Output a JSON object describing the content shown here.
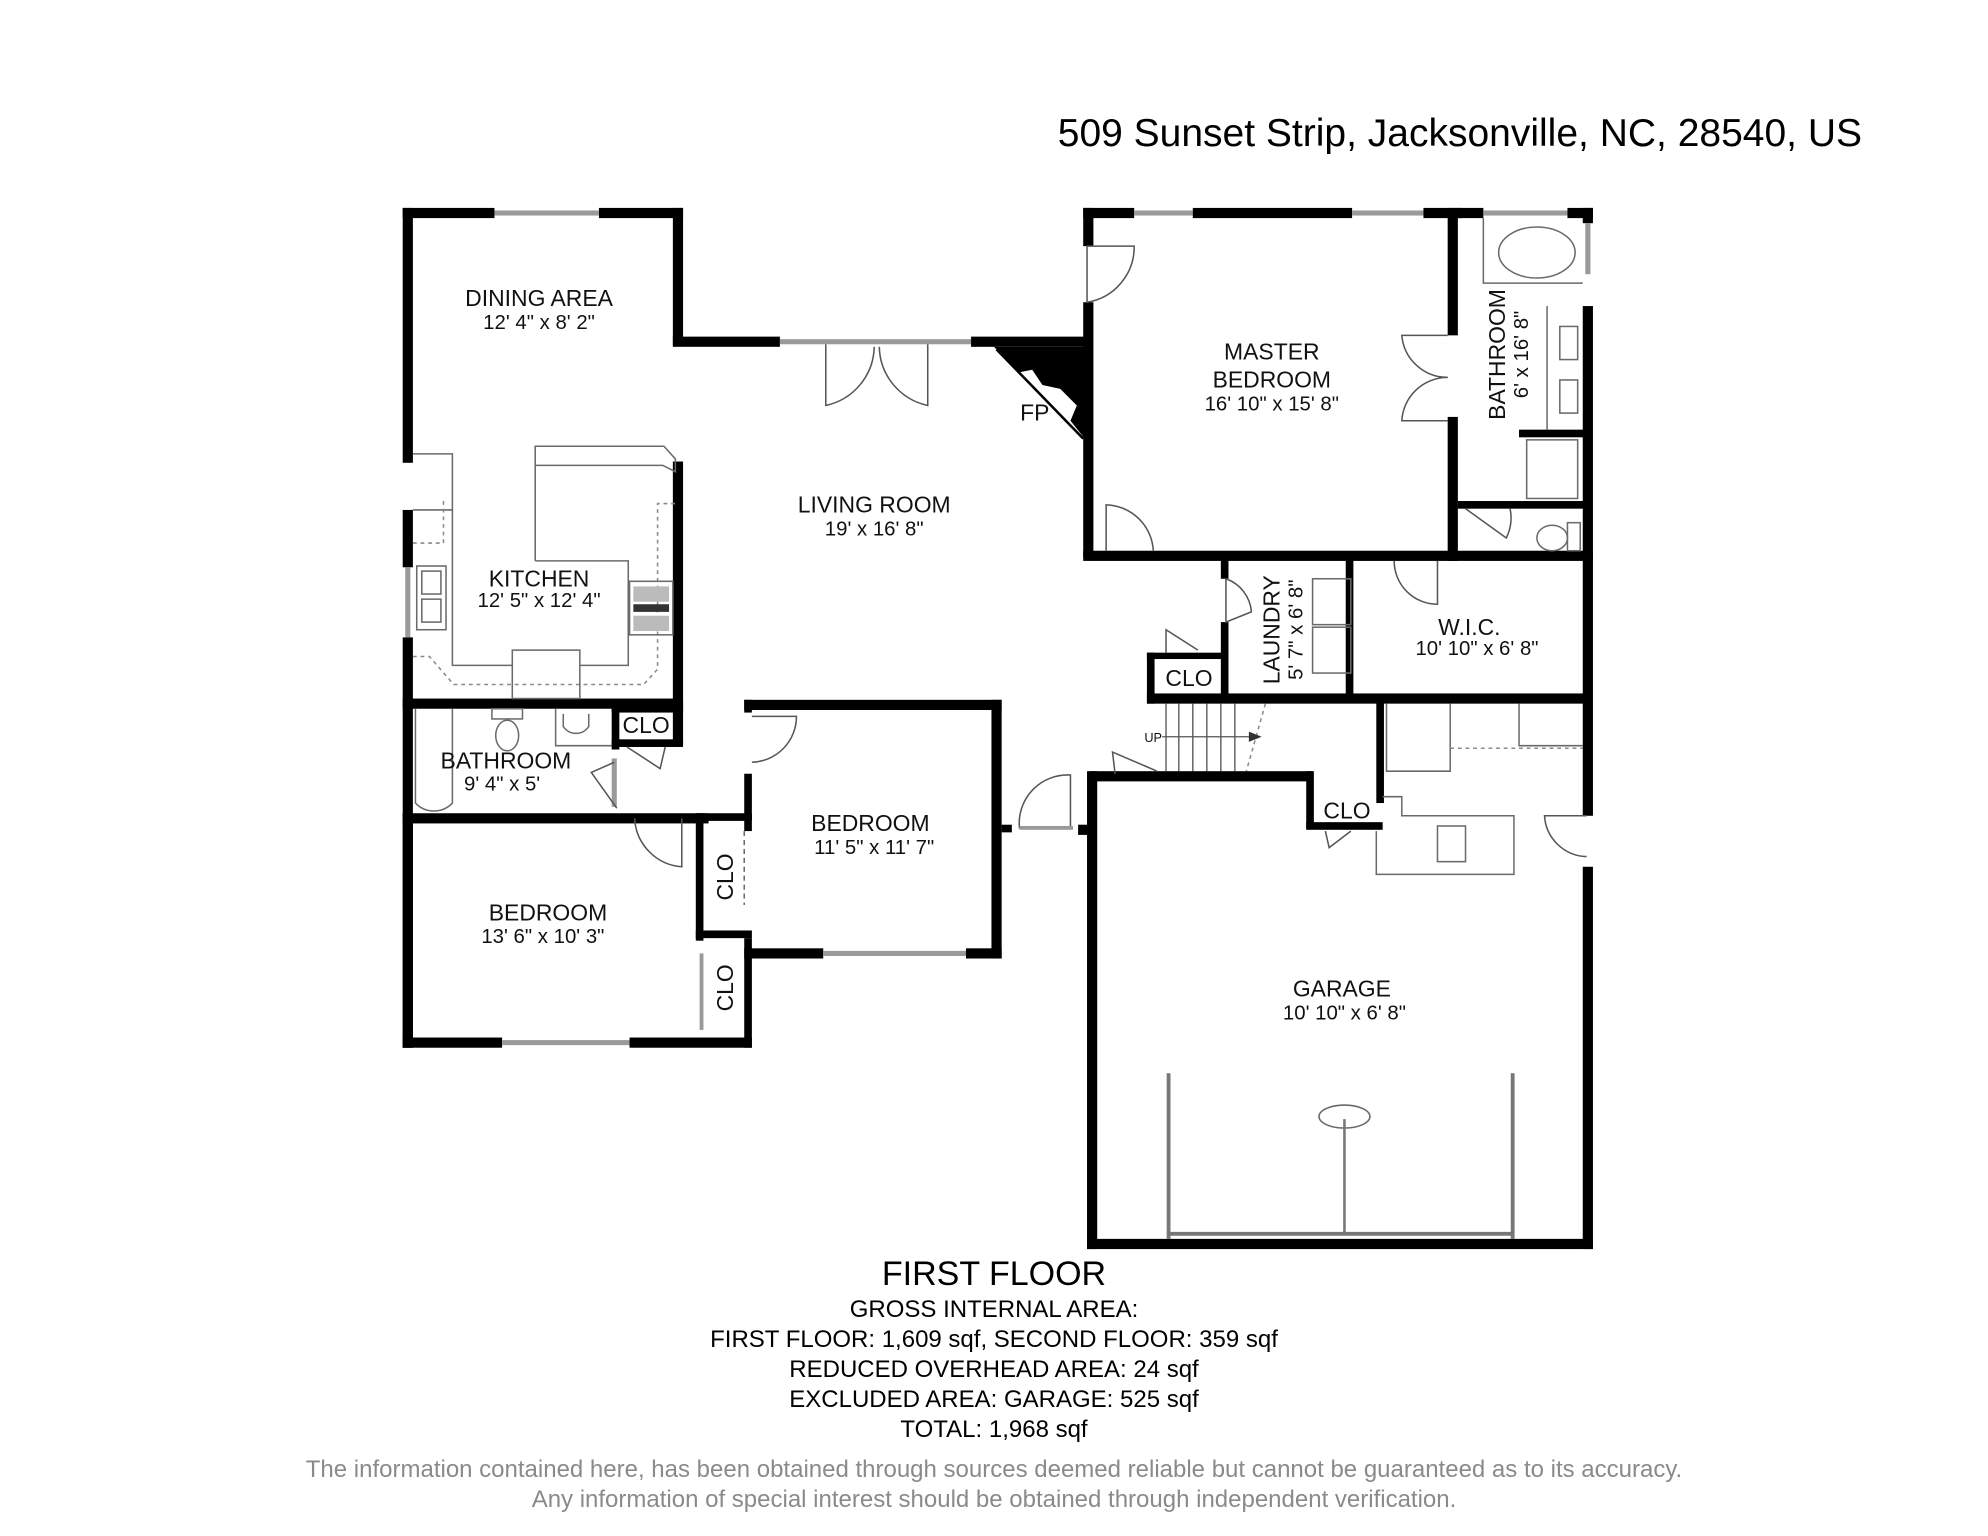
{
  "header": {
    "address": "509 Sunset Strip, Jacksonville, NC, 28540, US"
  },
  "floor_plan": {
    "rooms": {
      "dining": {
        "name": "DINING AREA",
        "dims": "12' 4\" x 8' 2\""
      },
      "kitchen": {
        "name": "KITCHEN",
        "dims": "12' 5\" x 12' 4\""
      },
      "living": {
        "name": "LIVING ROOM",
        "dims": "19' x 16' 8\""
      },
      "fireplace": {
        "name": "FP"
      },
      "master_bedroom": {
        "name_line1": "MASTER",
        "name_line2": "BEDROOM",
        "dims": "16' 10\" x 15' 8\""
      },
      "master_bathroom": {
        "name": "BATHROOM",
        "dims": "6' x 16' 8\""
      },
      "laundry": {
        "name": "LAUNDRY",
        "dims": "5' 7\" x 6' 8\""
      },
      "wic": {
        "name": "W.I.C.",
        "dims": "10' 10\" x 6' 8\""
      },
      "bathroom": {
        "name": "BATHROOM",
        "dims": "9' 4\" x 5'"
      },
      "bedroom_center": {
        "name": "BEDROOM",
        "dims": "11' 5\" x 11' 7\""
      },
      "bedroom_left": {
        "name": "BEDROOM",
        "dims": "13' 6\" x 10' 3\""
      },
      "garage": {
        "name": "GARAGE",
        "dims": "10' 10\" x 6' 8\""
      }
    },
    "closets": {
      "clo_label": "CLO"
    },
    "stairs": {
      "label": "UP"
    }
  },
  "summary": {
    "floor_title": "FIRST FLOOR",
    "gross_label": "GROSS INTERNAL AREA:",
    "floors_line": "FIRST FLOOR: 1,609 sqf, SECOND FLOOR: 359 sqf",
    "reduced_line": "REDUCED OVERHEAD AREA: 24 sqf",
    "excluded_line": "EXCLUDED AREA: GARAGE: 525 sqf",
    "total_line": "TOTAL: 1,968 sqf"
  },
  "disclaimer": {
    "line1": "The information contained here, has been obtained through sources deemed reliable but cannot be guaranteed as to its accuracy.",
    "line2": "Any information of special interest should be obtained through independent verification."
  }
}
